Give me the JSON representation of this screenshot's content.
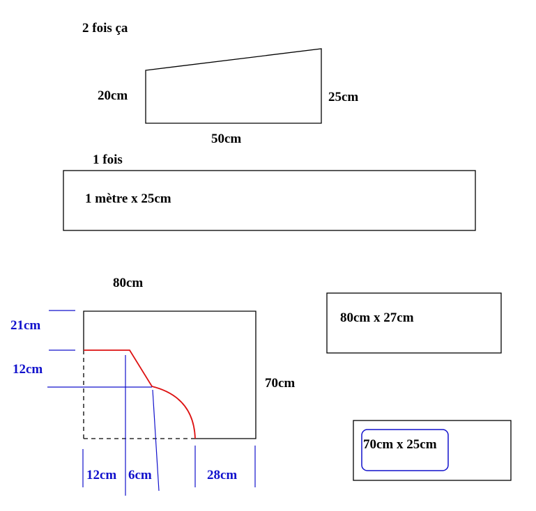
{
  "colors": {
    "black": "#000000",
    "blue": "#1111cc",
    "red": "#dd1111"
  },
  "labels": {
    "twice": "2 fois ça",
    "once": "1 fois",
    "trap_left": "20cm",
    "trap_right": "25cm",
    "trap_bottom": "50cm",
    "long_rect": "1 mètre x 25cm",
    "big_top": "80cm",
    "big_right": "70cm",
    "dim_21": "21cm",
    "dim_12_left": "12cm",
    "dim_12_bottom": "12cm",
    "dim_6": "6cm",
    "dim_28": "28cm",
    "rect_80x27": "80cm x 27cm",
    "rect_70x25": "70cm x 25cm"
  }
}
